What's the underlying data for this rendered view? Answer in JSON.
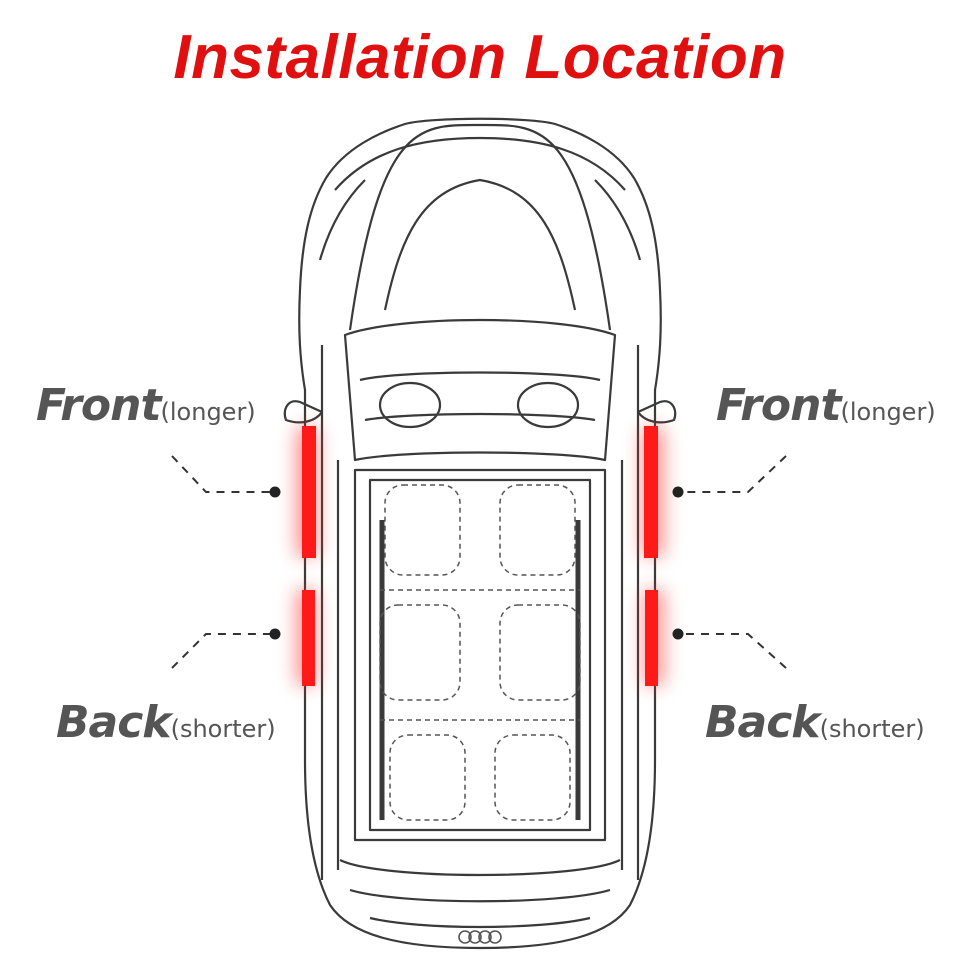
{
  "title": "Installation Location",
  "labels": {
    "front_left": {
      "main": "Front",
      "sub": "(longer)"
    },
    "front_right": {
      "main": "Front",
      "sub": "(longer)"
    },
    "back_left": {
      "main": "Back",
      "sub": "(shorter)"
    },
    "back_right": {
      "main": "Back",
      "sub": "(shorter)"
    }
  },
  "colors": {
    "title": "#e01010",
    "label": "#555555",
    "strip": "#ff1a1a",
    "line": "#333333"
  }
}
